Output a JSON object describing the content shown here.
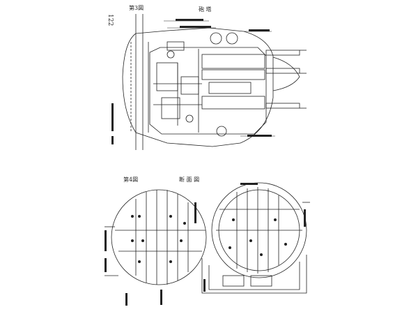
{
  "page": {
    "number": "122",
    "top_caption": "第3図",
    "top_title": "砲 塔",
    "bottom_caption": "第4図",
    "bottom_title": "断 面 図"
  },
  "colors": {
    "ink": "#222222",
    "paper": "#ffffff"
  }
}
